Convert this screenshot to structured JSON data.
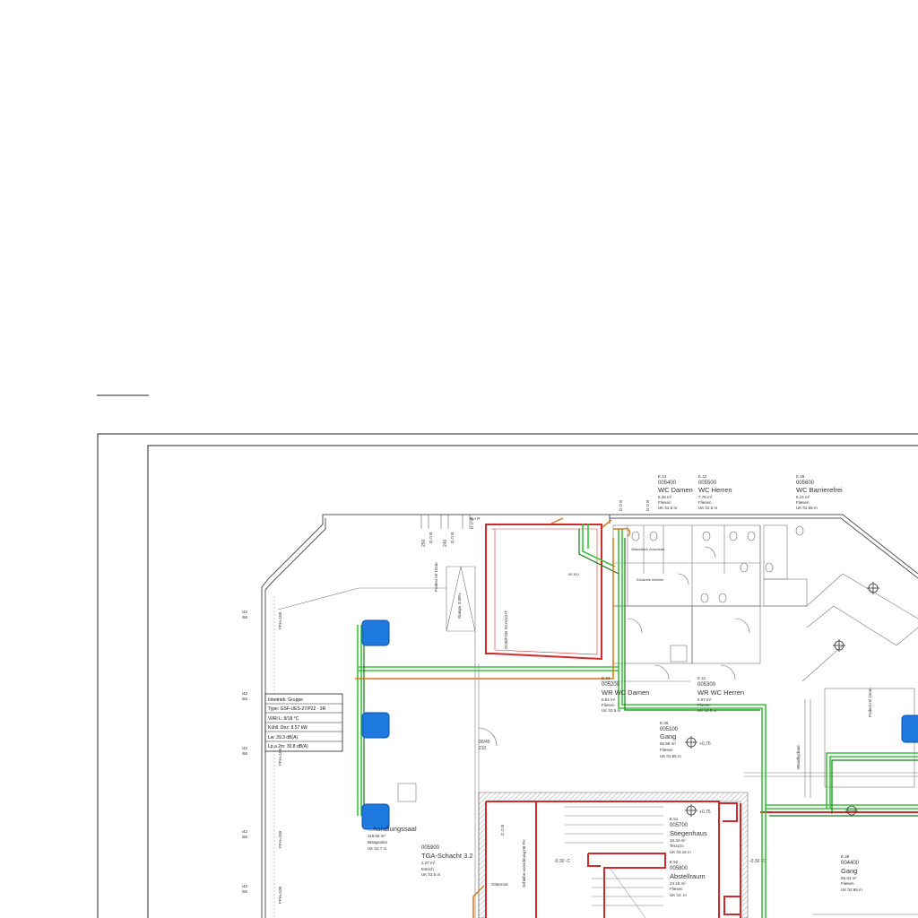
{
  "info_box": {
    "rows": [
      "Inbetrieb. Gruppe",
      "Type: GSF-UES-27/P22 - 3R",
      "Vl/Rl L: 8/18 °C",
      "Kühll. Dez: 8.57 kW",
      "Lw: 39.3 dB(A)",
      "Lp,a 2m: 30.8 dB(A)"
    ]
  },
  "rooms": [
    {
      "id": "E.44",
      "code": "005400",
      "name": "WC Damen",
      "area": "5.26 m²",
      "floor": "Fliesen",
      "height": "UK h2.5 m"
    },
    {
      "id": "E.42",
      "code": "005500",
      "name": "WC Herren",
      "area": "7.76 m²",
      "floor": "Fliesen",
      "height": "UK h2.5 m"
    },
    {
      "id": "E.48",
      "code": "005600",
      "name": "WC Barrierefrei",
      "area": "6.24 m²",
      "floor": "Fliesen",
      "height": "UK h2.65 m"
    },
    {
      "id": "E.43",
      "code": "005200",
      "name": "WR WC Damen",
      "area": "6.84 m²",
      "floor": "Fliesen",
      "height": "UK h2.5 m"
    },
    {
      "id": "E.41",
      "code": "005300",
      "name": "WR WC Herren",
      "area": "5.67 m²",
      "floor": "Fliesen",
      "height": "UK h2.5 m"
    },
    {
      "id": "E.39",
      "code": "005100",
      "name": "Gang",
      "area": "65.98 m²",
      "floor": "Fliesen",
      "height": "UK h2.65 m"
    },
    {
      "id": "E.51",
      "code": "005700",
      "name": "Stiegenhaus",
      "area": "18.34 m²",
      "floor": "Terazzo",
      "height": "UK h3.16 m"
    },
    {
      "id": "E.52",
      "code": "005800",
      "name": "Abstellraum",
      "area": "23.19 m²",
      "floor": "Fliesen",
      "height": "UK h3. m"
    },
    {
      "id": "",
      "code": "005900",
      "name": "TGA-Schacht 3.2",
      "area": "2.27 m²",
      "floor": "Estrich",
      "height": "UK h3.5 m"
    },
    {
      "id": "E.38",
      "code": "004400",
      "name": "Gang",
      "area": "65.34 m²",
      "floor": "Fliesen",
      "height": "UK h2.65 m"
    },
    {
      "id": "",
      "code": "",
      "name": "...handlungssaal",
      "area": "119.55 m²",
      "floor": "Belagsoiler",
      "height": "UK h2.7 m"
    }
  ],
  "labels": {
    "ramp": "Rampe 3.00%",
    "podest": "Podest rel 10cm",
    "schacht": "DOB/FOB SCHACHT",
    "fph100": "FPH=100",
    "fh_labels": [
      "i42",
      "i55"
    ],
    "dim_90_45": "90/45",
    "dim_210": "210",
    "elev": "+0.75",
    "elev2": "-0.30 -C",
    "dob": "D O B",
    "rab": "R A R",
    "gitter": "Gitterrost",
    "abstell": "Schiebe-vorrichtung 08 FH",
    "wandhydrant": "Wandhydrant",
    "hinweis1": "Waschtisch Anschluss",
    "hinweis2": "Kühlkreis Verteiler",
    "dim_250": "250",
    "dim_240": "240",
    "unit_small": "90 300"
  },
  "colors": {
    "wall": "#555555",
    "red_zone": "#d22a2a",
    "green_pipe": "#39c439",
    "dark_green_pipe": "#157a15",
    "orange_pipe": "#d9761a",
    "fan_coil": "#1f7ae0"
  }
}
